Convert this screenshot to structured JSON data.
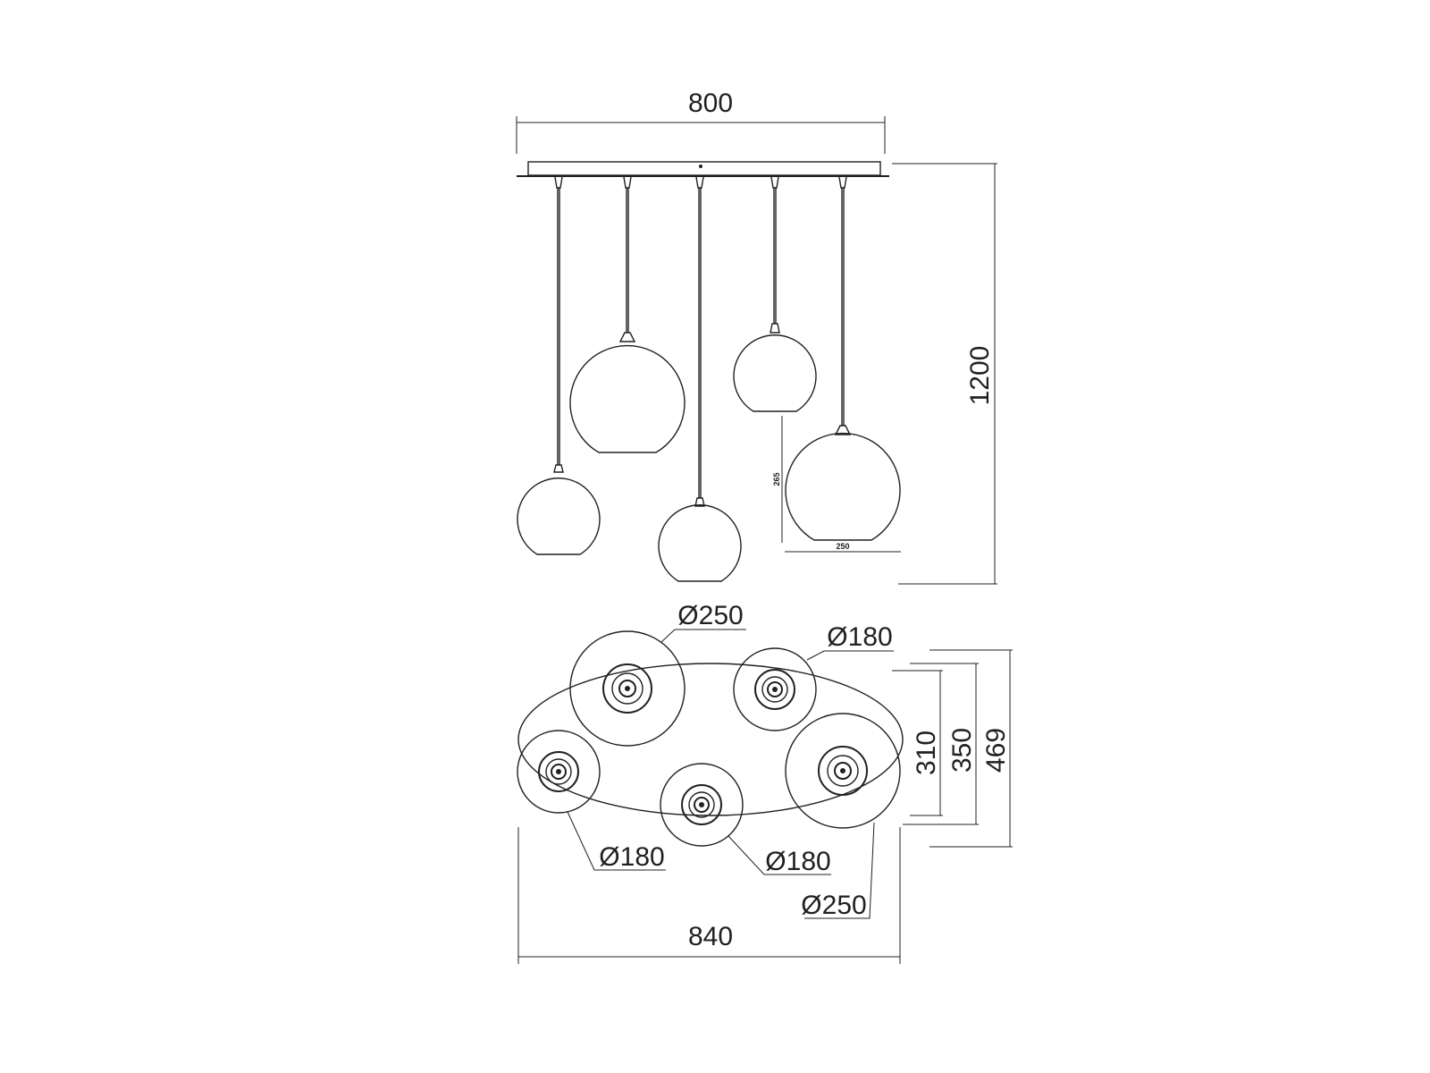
{
  "front_view": {
    "width_label": "800",
    "height_label": "1200",
    "globe_height_label": "265",
    "globe_width_label": "250"
  },
  "top_view": {
    "diameter_labels": [
      "Ø250",
      "Ø180",
      "Ø180",
      "Ø180",
      "Ø250"
    ],
    "width_label": "840",
    "depth_labels": [
      "310",
      "350",
      "469"
    ]
  },
  "colors": {
    "line": "#231f20",
    "background": "#ffffff"
  }
}
